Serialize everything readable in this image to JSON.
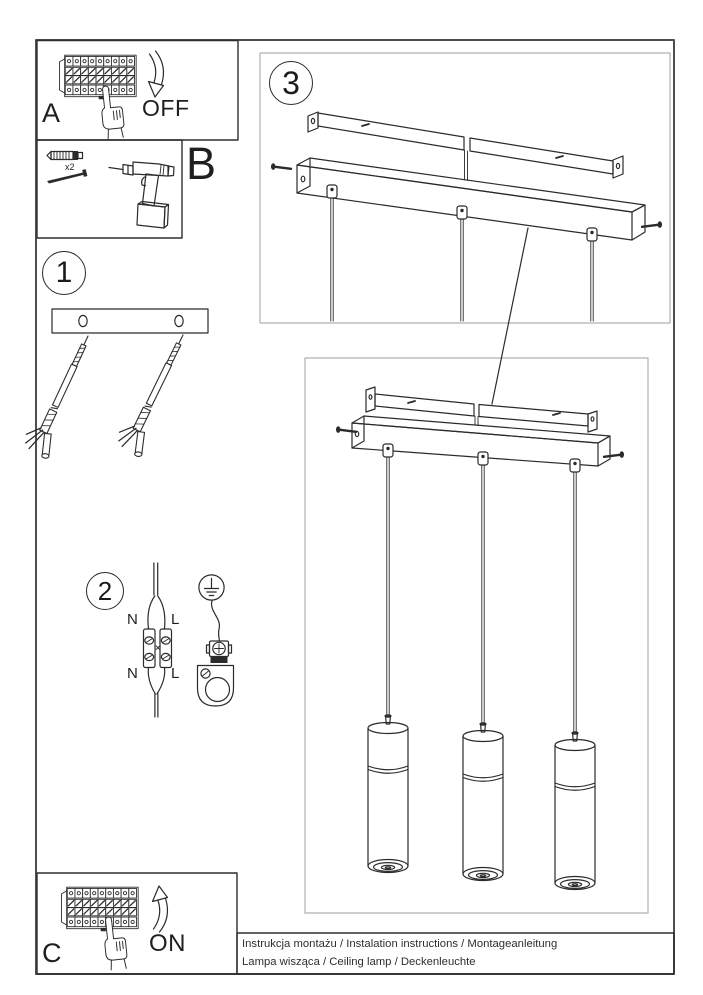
{
  "steps": {
    "a": {
      "label": "A",
      "state": "OFF"
    },
    "b": {
      "label": "B",
      "anchor_count": "x2"
    },
    "c": {
      "label": "C",
      "state": "ON"
    },
    "one": {
      "number": "1"
    },
    "two": {
      "number": "2",
      "terminals": {
        "top_left": "N",
        "top_right": "L",
        "bottom_left": "N",
        "bottom_right": "L"
      }
    },
    "three": {
      "number": "3"
    }
  },
  "footer": {
    "line1": "Instrukcja montażu / Instalation instructions / Montageanleitung",
    "line2": "Lampa wisząca / Ceiling lamp / Deckenleuchte"
  },
  "icons": {
    "step_a": [
      "circuit-breaker-panel-icon",
      "pointing-hand-icon",
      "curved-arrow-down-icon"
    ],
    "step_b": [
      "wall-plug-icon",
      "mounting-screw-icon",
      "drill-icon"
    ],
    "step_1": [
      "ceiling-plate-icon",
      "expansion-anchor-icon"
    ],
    "step_2": [
      "terminal-block-icon",
      "earth-ground-icon",
      "ground-clamp-icon"
    ],
    "step_3": [
      "mounting-rail-icon",
      "canopy-icon",
      "cable-gland-icon",
      "side-screw-icon",
      "suspension-cable-icon"
    ],
    "lamp": [
      "pendant-cylinder-icon"
    ],
    "step_c": [
      "circuit-breaker-panel-icon",
      "pointing-hand-icon",
      "curved-arrow-up-icon"
    ]
  },
  "colors": {
    "paper": "#ffffff",
    "ink": "#2b2b2b",
    "outer_frame": "#4f4f4f",
    "inner_box_border": "#2e2e2e",
    "light_box_border": "#b0b0b0"
  }
}
